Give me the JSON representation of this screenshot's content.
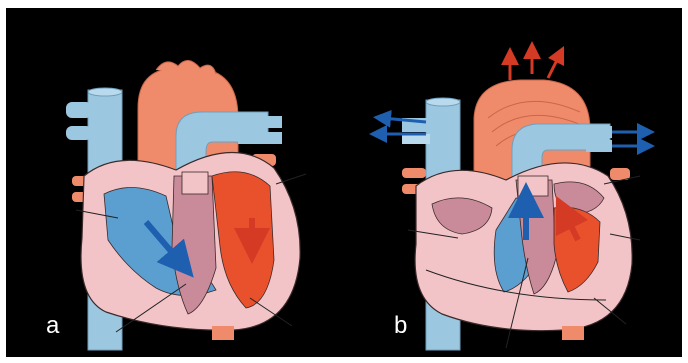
{
  "panels": [
    {
      "label": "a",
      "view": "diastole-filling"
    },
    {
      "label": "b",
      "view": "systole-ejection"
    }
  ],
  "colors": {
    "background": "#000000",
    "frame_border": "#ffffff",
    "heart_wall": "#f2c4c8",
    "heart_inner": "#e8a9b5",
    "valve_tissue": "#c98a9a",
    "oxygen_poor_vessel": "#9cc7e0",
    "oxygen_poor_blood": "#5a9fd0",
    "oxygen_rich_vessel": "#ef8b6a",
    "oxygen_rich_blood": "#e8512c",
    "arrow_blue": "#1f5fb0",
    "arrow_red": "#d53a25",
    "outline": "#3a2a2a"
  },
  "icons": [
    "flow-arrow-blue",
    "flow-arrow-red"
  ]
}
